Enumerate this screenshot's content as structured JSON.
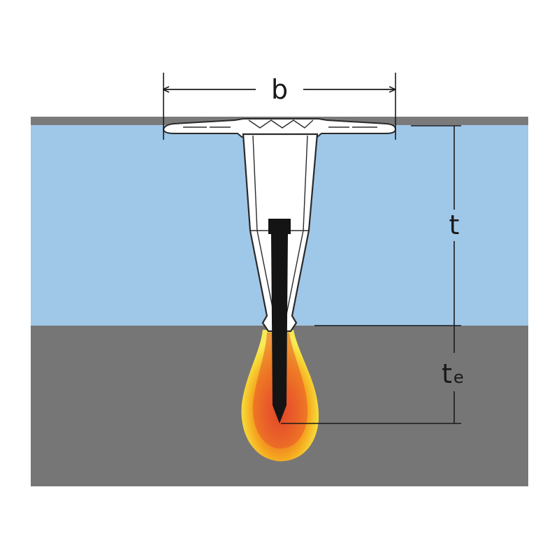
{
  "labels": {
    "width": "b",
    "insulation_thickness": "t",
    "embedment_main": "t",
    "embedment_sub": "e"
  },
  "colors": {
    "background": "#ffffff",
    "membrane_top": "#7a7a7a",
    "insulation": "#9fc7e8",
    "substrate": "#767676",
    "fastener_plate": "#ffffff",
    "fastener_outline": "#2a2a2a",
    "screw": "#141414",
    "dimension_lines": "#1a1a1a",
    "flame_outer": "#f7e23b",
    "flame_mid": "#f4a11d",
    "flame_inner": "#e64a2a"
  },
  "icons": {
    "fastener": "insulation-fastener-icon",
    "flame": "heat-zone-icon"
  }
}
